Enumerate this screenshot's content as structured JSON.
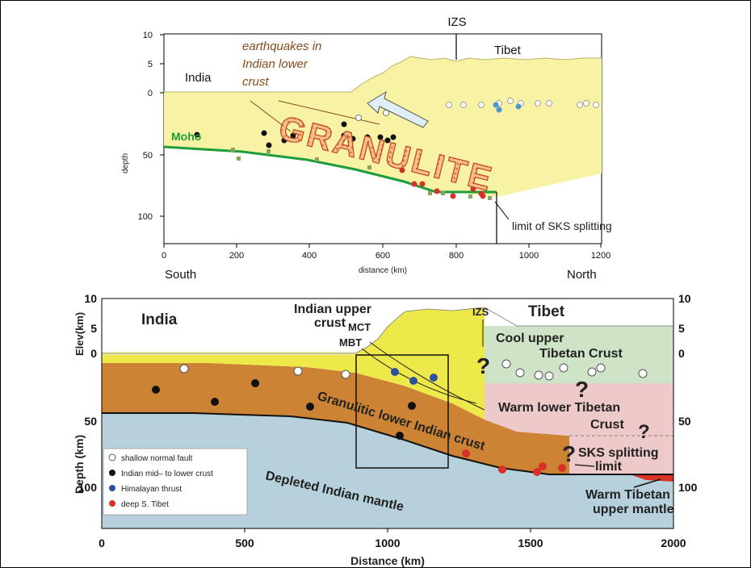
{
  "top": {
    "labels": {
      "izs": "IZS",
      "tibet": "Tibet",
      "india": "India",
      "earthquakes": [
        "earthquakes in",
        "Indian lower",
        "crust"
      ],
      "moho": "Moho",
      "granulite": "GRANULITE",
      "sks": "limit of SKS splitting",
      "south": "South",
      "north": "North",
      "xlabel": "distance (km)",
      "ylabel": "depth"
    },
    "x_ticks": [
      "0",
      "200",
      "400",
      "600",
      "800",
      "1000",
      "1200"
    ],
    "y_ticks": [
      "10",
      "5",
      "0",
      "50",
      "100"
    ]
  },
  "bottom": {
    "labels": {
      "india": "India",
      "tibet": "Tibet",
      "indian_upper_crust": [
        "Indian upper",
        "crust"
      ],
      "mct": "MCT",
      "mbt": "MBT",
      "izs": "IZS",
      "cool_upper": [
        "Cool upper",
        "Tibetan Crust"
      ],
      "warm_lower": [
        "Warm lower Tibetan",
        "Crust"
      ],
      "granulitic": "Granulitic lower Indian crust",
      "sks": [
        "SKS splitting",
        "limit"
      ],
      "depleted": "Depleted Indian mantle",
      "warm_mantle": [
        "Warm Tibetan",
        "upper mantle"
      ],
      "elev_label": "Elev(km)",
      "depth_label": "Depth (km)",
      "xlabel": "Distance (km)",
      "question": "?"
    },
    "x_ticks": [
      "0",
      "500",
      "1000",
      "1500",
      "2000"
    ],
    "left_ticks": [
      "10",
      "5",
      "0",
      "50",
      "100"
    ],
    "right_ticks": [
      "10",
      "5",
      "0",
      "50",
      "100"
    ],
    "legend": [
      {
        "label": "shallow normal fault",
        "color": "#ffffff"
      },
      {
        "label": "Indian mid– to lower crust",
        "color": "#111111"
      },
      {
        "label": "Himalayan thrust",
        "color": "#2f4fa0"
      },
      {
        "label": "deep S. Tibet",
        "color": "#d9302a"
      }
    ]
  },
  "colors": {
    "pale_yellow": "#f8f3a4",
    "yellow": "#eee94a",
    "orange": "#cc8434",
    "blue_mantle": "#b7d1dc",
    "green_crust": "#cfe3c6",
    "pink_crust": "#eec9c9",
    "moho_green": "#1f9c3a",
    "red": "#d9302a"
  }
}
